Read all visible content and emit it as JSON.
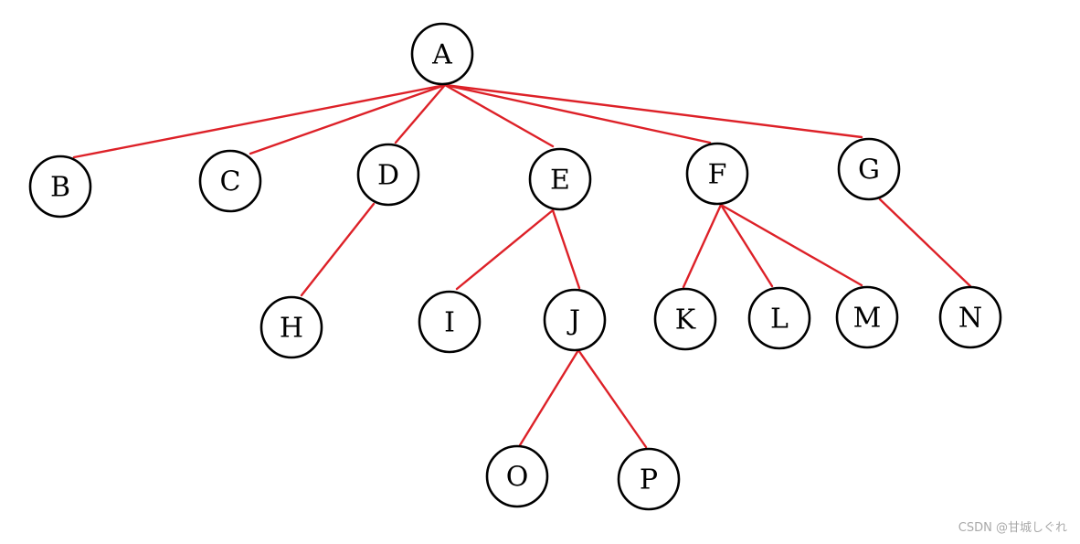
{
  "diagram": {
    "type": "tree",
    "root": "A",
    "nodes": [
      {
        "id": "A",
        "label": "A"
      },
      {
        "id": "B",
        "label": "B"
      },
      {
        "id": "C",
        "label": "C"
      },
      {
        "id": "D",
        "label": "D"
      },
      {
        "id": "E",
        "label": "E"
      },
      {
        "id": "F",
        "label": "F"
      },
      {
        "id": "G",
        "label": "G"
      },
      {
        "id": "H",
        "label": "H"
      },
      {
        "id": "I",
        "label": "I"
      },
      {
        "id": "J",
        "label": "J"
      },
      {
        "id": "K",
        "label": "K"
      },
      {
        "id": "L",
        "label": "L"
      },
      {
        "id": "M",
        "label": "M"
      },
      {
        "id": "N",
        "label": "N"
      },
      {
        "id": "O",
        "label": "O"
      },
      {
        "id": "P",
        "label": "P"
      }
    ],
    "edges": [
      [
        "A",
        "B"
      ],
      [
        "A",
        "C"
      ],
      [
        "A",
        "D"
      ],
      [
        "A",
        "E"
      ],
      [
        "A",
        "F"
      ],
      [
        "A",
        "G"
      ],
      [
        "D",
        "H"
      ],
      [
        "E",
        "I"
      ],
      [
        "E",
        "J"
      ],
      [
        "F",
        "K"
      ],
      [
        "F",
        "L"
      ],
      [
        "F",
        "M"
      ],
      [
        "G",
        "N"
      ],
      [
        "J",
        "O"
      ],
      [
        "J",
        "P"
      ]
    ]
  },
  "colors": {
    "edge": "#dd2128",
    "node_stroke": "#000000",
    "node_fill": "#ffffff",
    "watermark": "#a9a9a9"
  },
  "watermark": {
    "text": "CSDN @甘城しぐれ"
  }
}
